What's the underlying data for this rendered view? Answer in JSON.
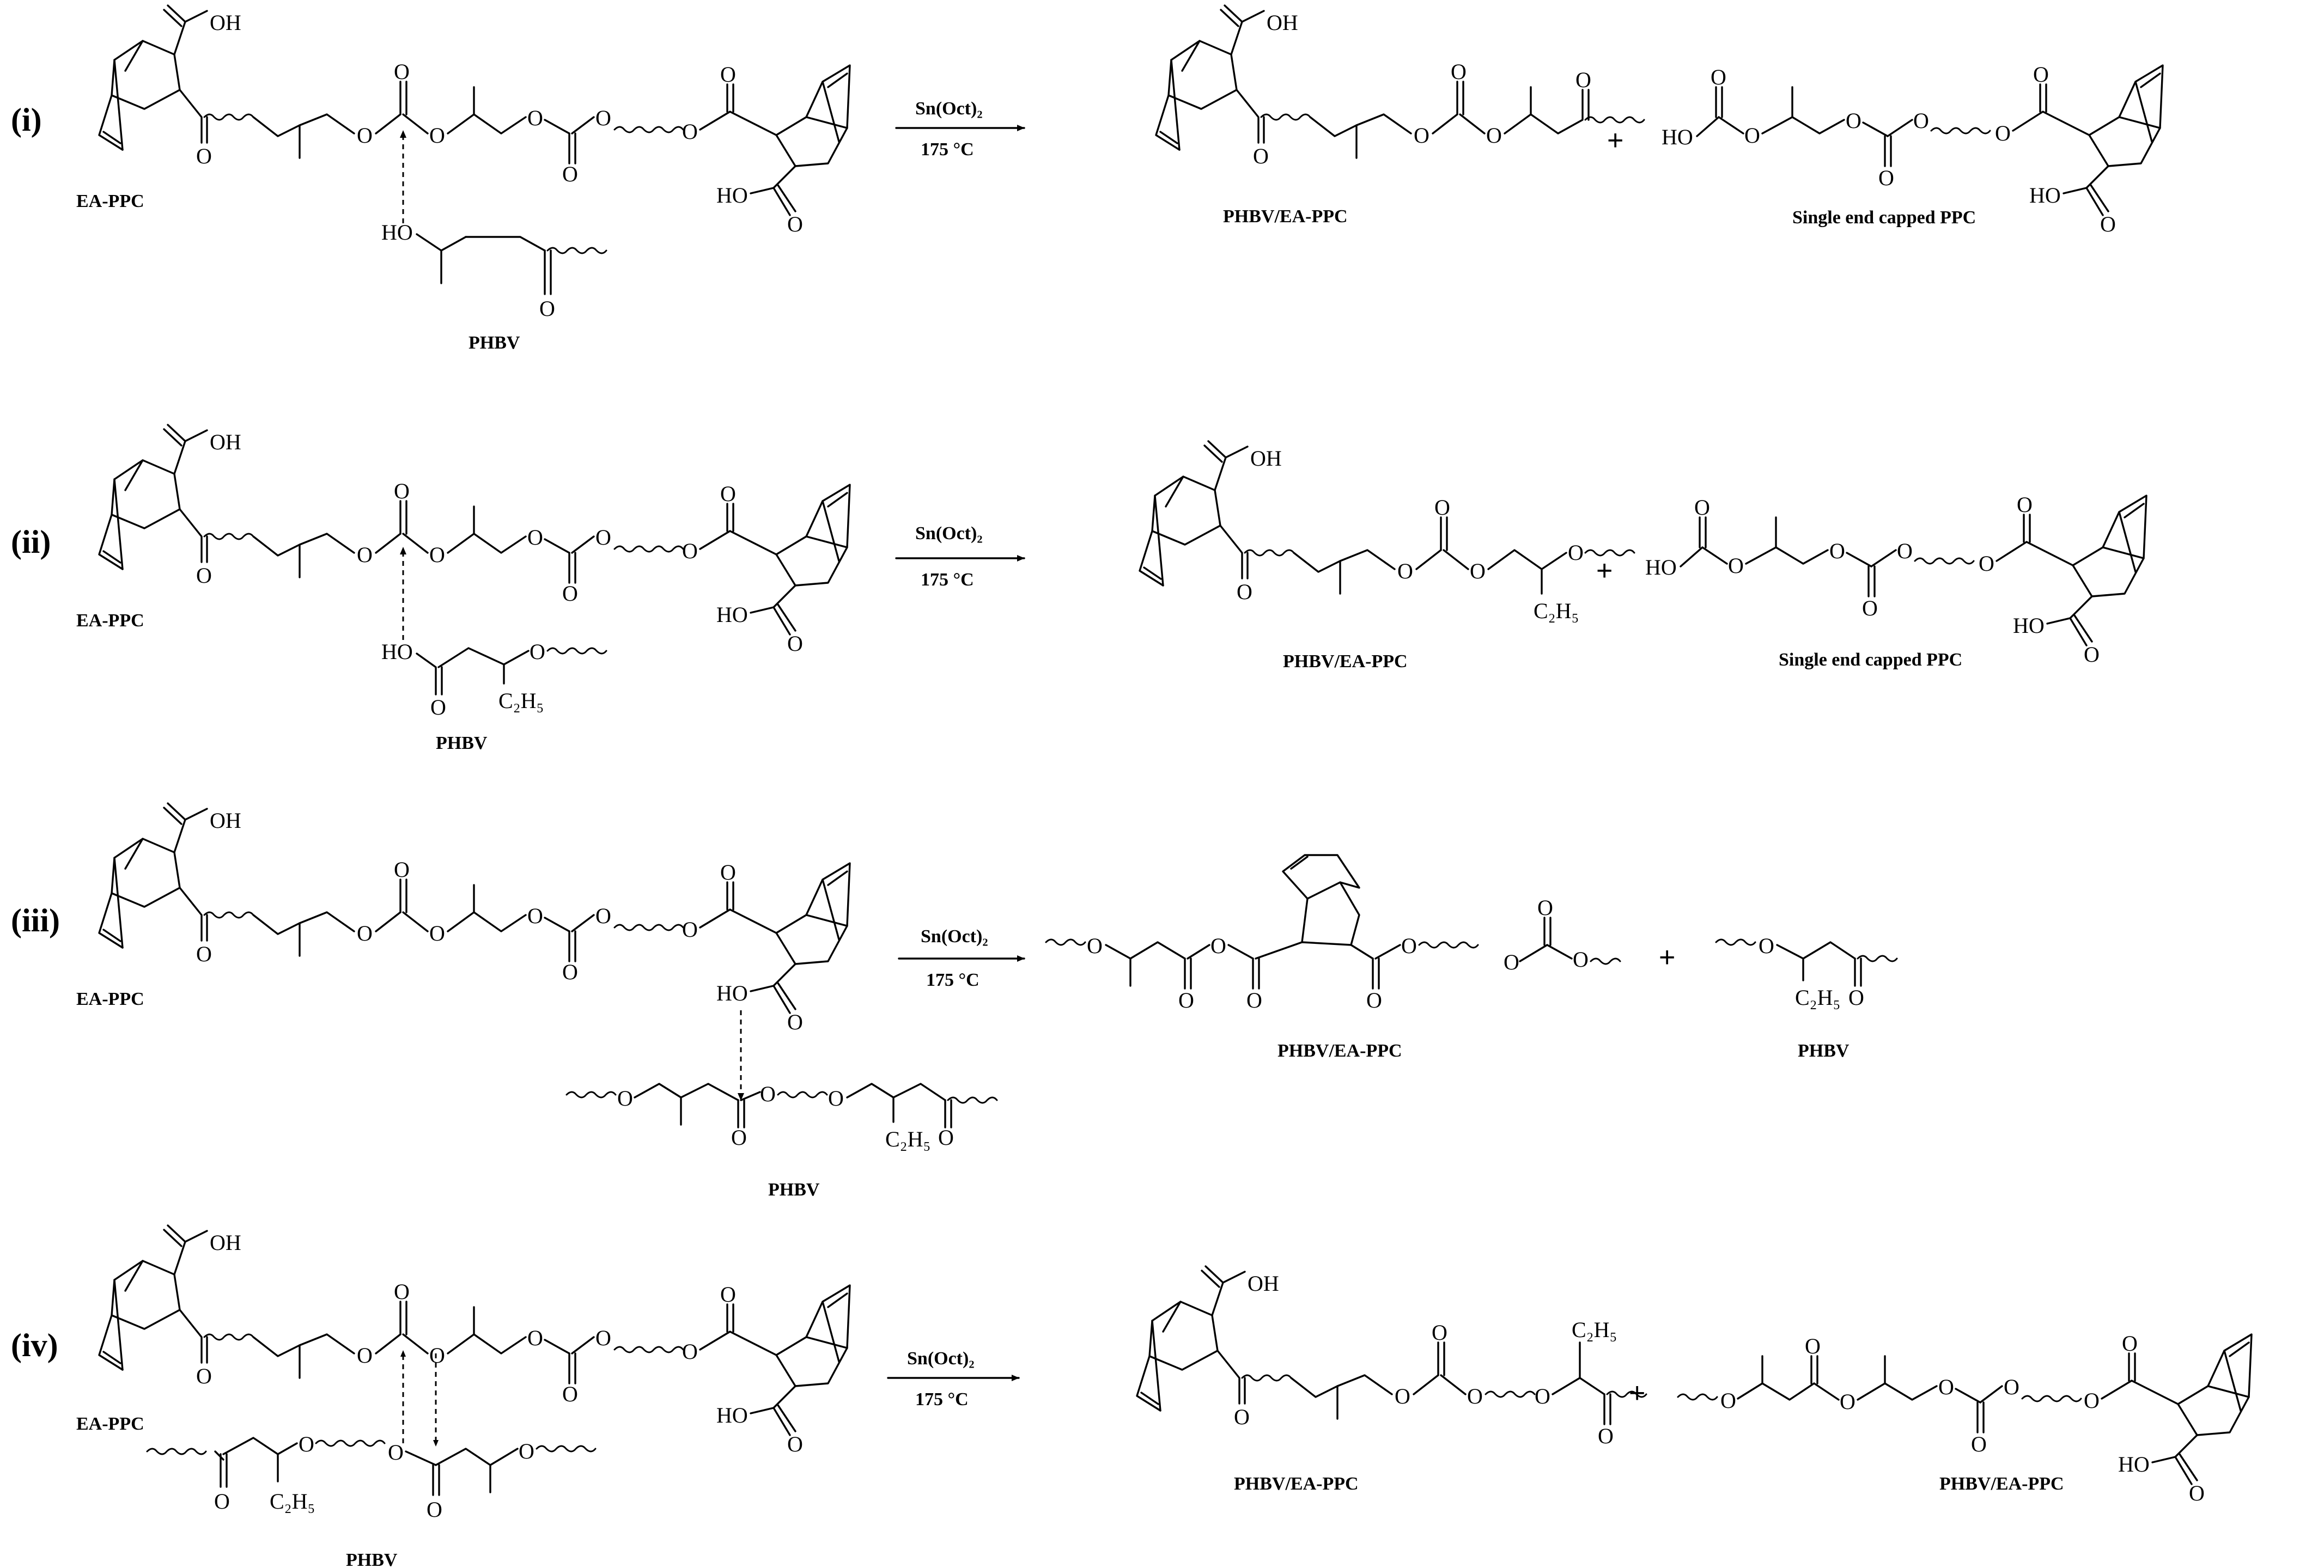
{
  "scheme": {
    "labels": {
      "ea_ppc": "EA-PPC",
      "phbv": "PHBV",
      "phbv_ea_ppc": "PHBV/EA-PPC",
      "single_end_capped": "Single end capped PPC",
      "plus": "+"
    },
    "atoms": {
      "OH": "OH",
      "HO": "HO",
      "O": "O",
      "C2H5": "C₂H₅"
    },
    "conditions": {
      "catalyst": "Sn(Oct)₂",
      "temperature": "175 °C"
    },
    "reactions": [
      {
        "id": "i",
        "numeral": "(i)"
      },
      {
        "id": "ii",
        "numeral": "(ii)"
      },
      {
        "id": "iii",
        "numeral": "(iii)"
      },
      {
        "id": "iv",
        "numeral": "(iv)"
      }
    ]
  }
}
